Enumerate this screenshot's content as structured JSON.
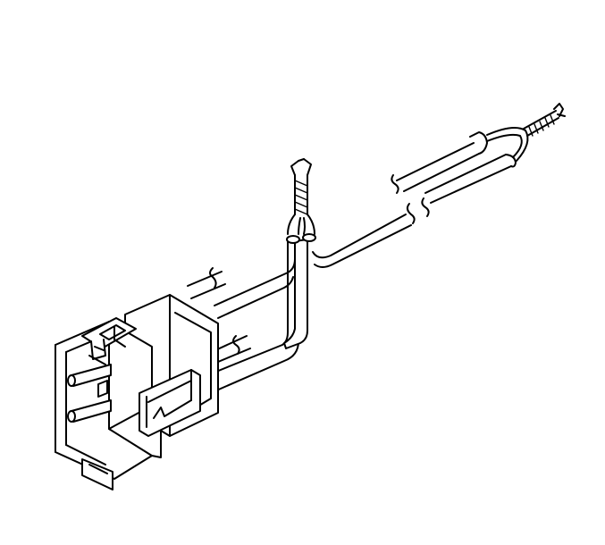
{
  "figure": {
    "line_color": "#000000",
    "background_color": "#ffffff",
    "parts": [
      "connector-housing",
      "connector-latch",
      "terminal-pins",
      "wire-pair",
      "twisted-wire-ends",
      "wire-break-marks"
    ]
  }
}
